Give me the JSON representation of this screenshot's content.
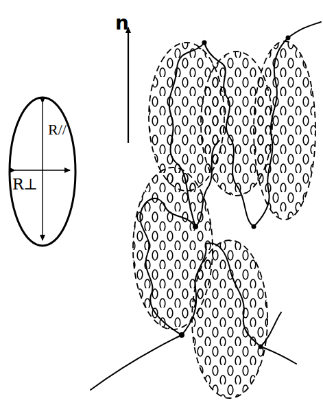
{
  "diagram": {
    "labels": [
      "n",
      "R//",
      "R⊥"
    ]
  }
}
